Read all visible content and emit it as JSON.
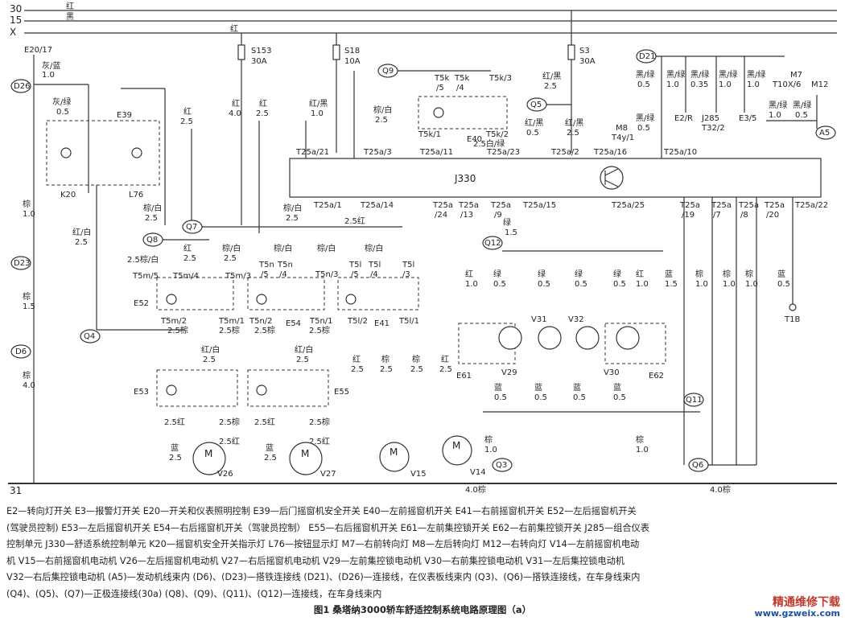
{
  "rails": {
    "r30": "30",
    "r15": "15",
    "rX": "X",
    "r31": "31",
    "c30": "红",
    "c15": "黑",
    "cX": "红"
  },
  "fuses": {
    "s153": "S153",
    "s153a": "30A",
    "s18": "S18",
    "s18a": "10A",
    "s3": "S3",
    "s3a": "30A"
  },
  "connectors": {
    "d26": "D26",
    "d23": "D23",
    "d6": "D6",
    "d21": "D21",
    "q9": "Q9",
    "q5": "Q5",
    "q7": "Q7",
    "q8": "Q8",
    "q4": "Q4",
    "q12": "Q12",
    "q11": "Q11",
    "q6": "Q6",
    "q3": "Q3",
    "a5": "A5"
  },
  "components": {
    "e20": "E20/17",
    "e39": "E39",
    "k20": "K20",
    "l76": "L76",
    "e40": "E40",
    "j330": "J330",
    "e52": "E52",
    "e54": "E54",
    "e41": "E41",
    "e53": "E53",
    "e55": "E55",
    "e61": "E61",
    "e62": "E62",
    "v29": "V29",
    "v30": "V30",
    "v31": "V31",
    "v32": "V32",
    "v26": "V26",
    "v27": "V27",
    "v15": "V15",
    "v14": "V14",
    "m7": "M7",
    "m7b": "T10X/6",
    "m12": "M12",
    "m8": "M8",
    "m8b": "T4y/1",
    "e2r": "E2/R",
    "j285": "J285",
    "j285b": "T32/2",
    "e35": "E3/5",
    "t18": "T1B",
    "motor": "M"
  },
  "pins": {
    "p25a21": "T25a/21",
    "p25a3": "T25a/3",
    "p25a11": "T25a/11",
    "p25a23": "T25a/23",
    "p25a2": "T25a/2",
    "p25a16": "T25a/16",
    "p25a10": "T25a/10",
    "p25a1": "T25a/1",
    "p25a14": "T25a/14",
    "p25a24": "T25a",
    "p25a24b": "/24",
    "p25a13": "T25a",
    "p25a13b": "/13",
    "p25a9": "T25a",
    "p25a9b": "/9",
    "p25a15": "T25a/15",
    "p25a25": "T25a/25",
    "p25a19": "T25a",
    "p25a19b": "/19",
    "p25a7": "T25a",
    "p25a7b": "/7",
    "p25a8": "T25a",
    "p25a8b": "/8",
    "p25a20": "T25a",
    "p25a20b": "/20",
    "p25a22": "T25a/22",
    "t5k1": "T5k/1",
    "t5k3": "T5k/3",
    "t5k5": "/5",
    "t5k4": "/4",
    "t5kA": "T5k",
    "t5kB": "T5k",
    "t5k2": "T5k/2",
    "t5m5": "T5m/5",
    "t5m4": "T5m/4",
    "t5m3": "T5m/3",
    "t5m2": "T5m/2",
    "t5m1": "T5m/1",
    "t5nA": "T5n",
    "t5nB": "T5n",
    "t5n5": "/5",
    "t5n4": "/4",
    "t5n3": "T5n/3",
    "t5n2": "T5n/2",
    "t5n1": "T5n/1",
    "t5lA": "T5l",
    "t5lB": "T5l",
    "t5l5": "/5",
    "t5l4": "/4",
    "t5l3": "T5l",
    "t5l3b": "/3",
    "t5l2": "T5l/2",
    "t5l1": "T5l/1"
  },
  "wires": {
    "grayblue": "灰/蓝",
    "v10": "1.0",
    "graygreen": "灰/绿",
    "v05": "0.5",
    "red25": "红",
    "n25": "2.5",
    "red40": "红",
    "n40": "4.0",
    "redblack": "红/黑",
    "brownwhite": "棕/白",
    "brown": "棕",
    "n15": "1.5",
    "redwhite": "红/白",
    "blackgreen": "黑/绿",
    "n035": "0.35",
    "green": "绿",
    "blue": "蓝",
    "whitegreen25": "2.5白/绿",
    "r25": "2.5红",
    "b25": "2.5棕",
    "bw25": "2.5棕/白",
    "b40": "4.0棕"
  },
  "legend": [
    "E2—转向灯开关  E3—报警灯开关  E20—开关和仪表照明控制  E39—后门摇窗机安全开关  E40—左前摇窗机开关  E41—右前摇窗机开关  E52—左后摇窗机开关",
    "(驾驶员控制)  E53—左后摇窗机开关  E54—右后摇窗机开关（驾驶员控制）  E55—右后摇窗机开关  E61—左前集控锁开关  E62—右前集控锁开关  J285—组合仪表",
    "控制单元  J330—舒适系统控制单元  K20—摇窗机安全开关指示灯  L76—按钮显示灯  M7—右前转向灯  M8—左后转向灯  M12—右转向灯  V14—左前摇窗机电动",
    "机  V15—右前摇窗机电动机  V26—左后摇窗机电动机  V27—右后摇窗机电动机  V29—左前集控锁电动机  V30—右前集控锁电动机  V31—左后集控锁电动机",
    "V32—右后集控锁电动机  (A5)—发动机线束内  (D6)、(D23)—搭铁连接线  (D21)、(D26)—连接线，在仪表板线束内  (Q3)、(Q6)—搭铁连接线，在车身线束内",
    "(Q4)、(Q5)、(Q7)—正极连接线(30a)  (Q8)、(Q9)、(Q11)、(Q12)—连接线，在车身线束内"
  ],
  "caption": "图1  桑塔纳3000轿车舒适控制系统电路原理图（a）",
  "watermark": {
    "line1": "精通维修下载",
    "line2": "www.gzweix.com"
  }
}
